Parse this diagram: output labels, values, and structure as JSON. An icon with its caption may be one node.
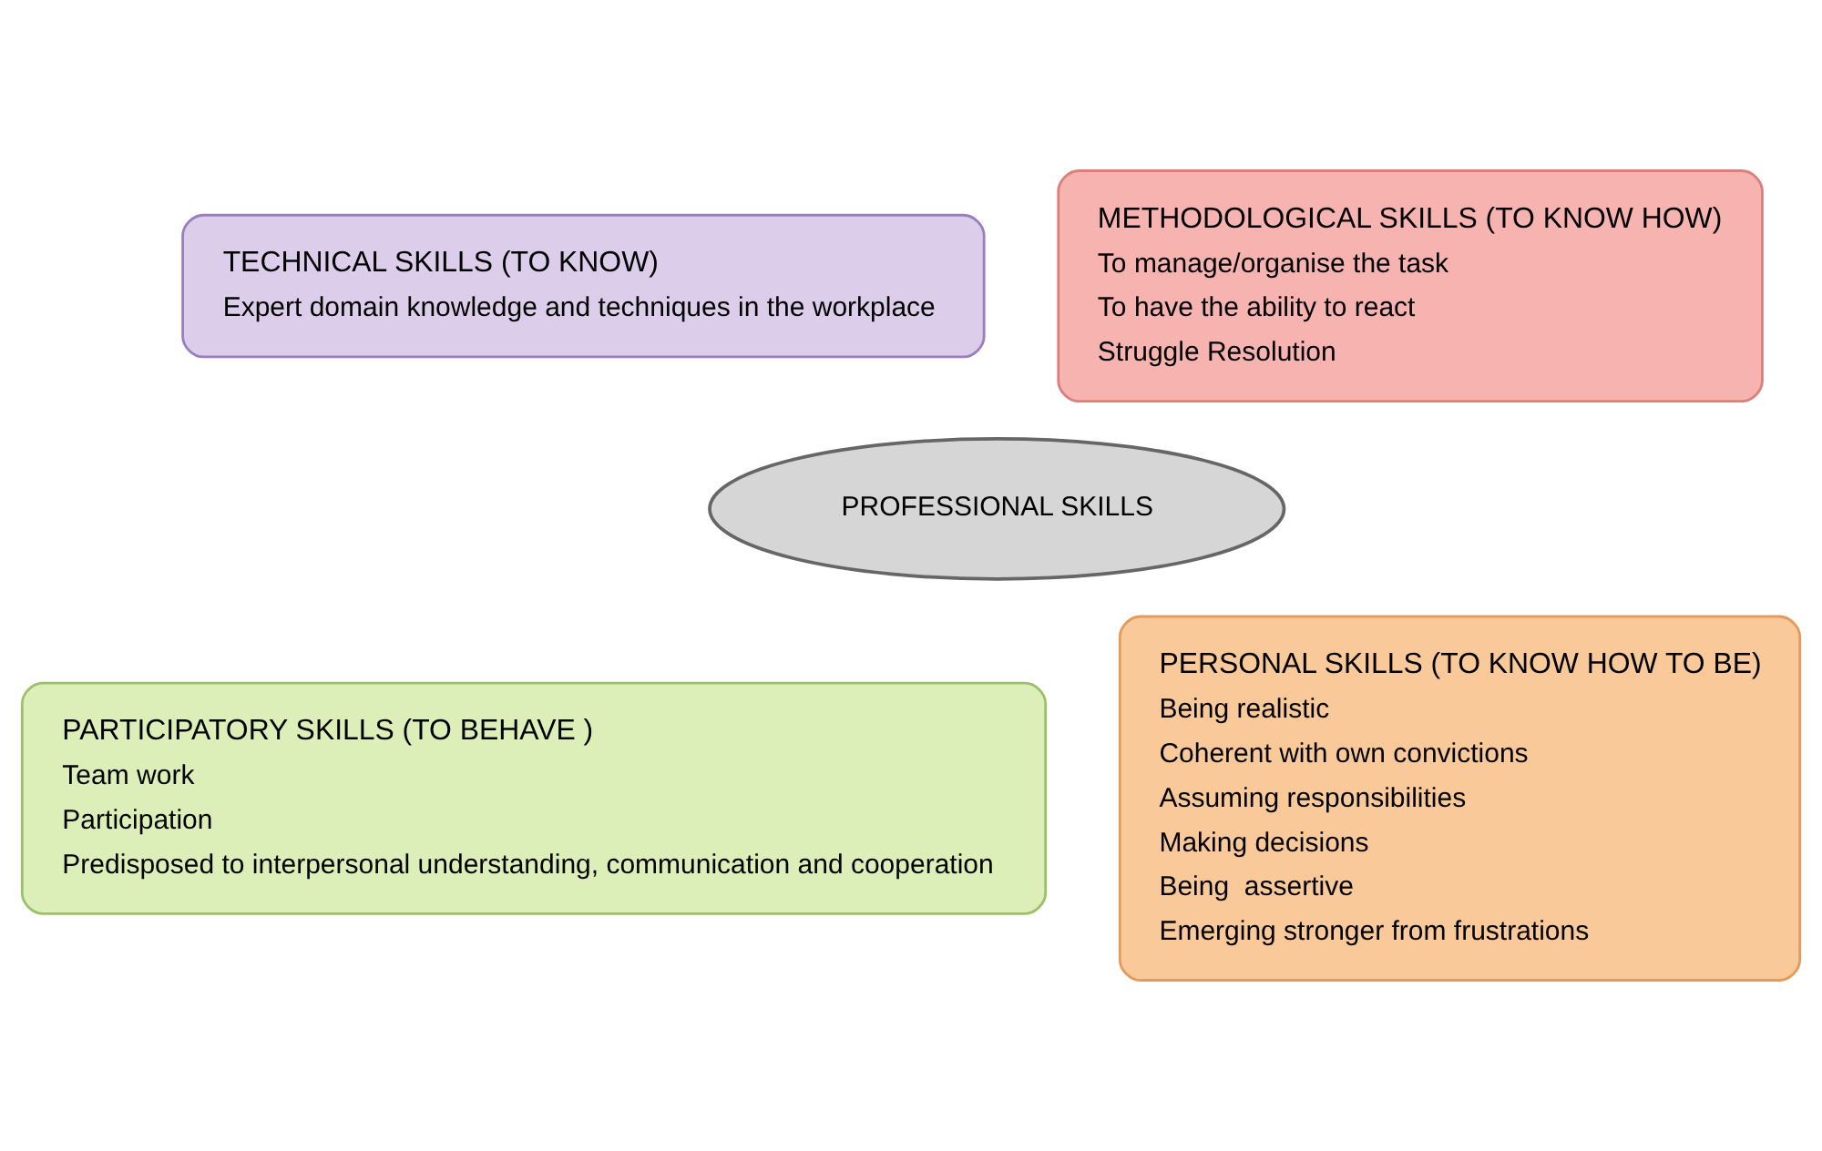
{
  "diagram": {
    "nodes": [
      {
        "text": [
          "TECHNICAL SKILLS (TO KNOW)",
          "Expert domain knowledge and techniques in the workplace"
        ]
      },
      {
        "text": [
          "METHODOLOGICAL SKILLS (TO KNOW HOW)",
          "To manage/organise the task",
          "To have the ability to react",
          "Struggle Resolution"
        ]
      },
      {
        "text": [
          "PROFESSIONAL SKILLS"
        ]
      },
      {
        "text": [
          "PARTICIPATORY SKILLS (TO BEHAVE )",
          "Team work",
          "Participation",
          "Predisposed to interpersonal understanding, communication and cooperation"
        ]
      },
      {
        "text": [
          "PERSONAL SKILLS (TO KNOW HOW TO BE)",
          "Being realistic",
          "Coherent with own convictions",
          "Assuming responsibilities",
          "Making decisions",
          "Being  assertive",
          "Emerging stronger from frustrations"
        ]
      }
    ]
  }
}
